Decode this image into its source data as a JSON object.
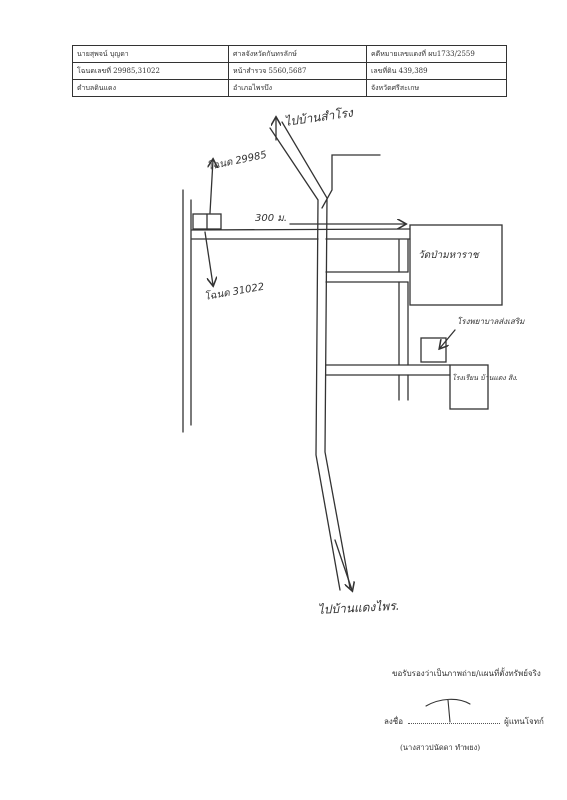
{
  "header": {
    "rows": [
      [
        "นายสุพจน์ บุญดา",
        "ศาลจังหวัดกันทรลักษ์",
        "คดีหมายเลขแดงที่ ผบ1733/2559"
      ],
      [
        "โฉนดเลขที่ 29985,31022",
        "หน้าสำรวจ 5560,5687",
        "เลขที่ดิน 439,389"
      ],
      [
        "ตำบลดินแดง",
        "อำเภอไพรบึง",
        "จังหวัดศรีสะเกษ"
      ]
    ]
  },
  "map": {
    "labels": {
      "top_road": "ไปบ้านสำโรง",
      "parcel_a": "โฉนด 29985",
      "parcel_b": "โฉนด 31022",
      "distance": "300 ม.",
      "temple": "วัดป่ามหาราช",
      "hospital": "โรงพยาบาลส่งเสริม",
      "school": "โรงเรียน บ้านแดง สิง.",
      "bottom_road": "ไปบ้านแดงไพร."
    }
  },
  "certification": {
    "statement": "ขอรับรองว่าเป็นภาพถ่าย/แผนที่ตั้งทรัพย์จริง",
    "sign_prefix": "ลงชื่อ",
    "sign_suffix": "ผู้แทนโจทก์",
    "signer_name": "(นางสาวปนัดดา ทำพยง)"
  }
}
